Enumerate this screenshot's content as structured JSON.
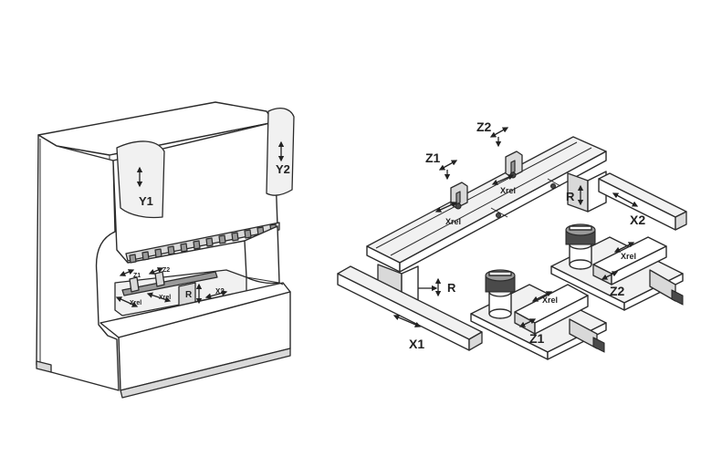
{
  "left_machine": {
    "labels": {
      "y1": "Y1",
      "y2": "Y2",
      "z1": "Z1",
      "z2": "Z2",
      "xrel_left": "Xrel",
      "xrel_right": "Xrel",
      "r": "R",
      "x2": "X2"
    }
  },
  "right_axes": {
    "labels": {
      "z1_top": "Z1",
      "z2_top": "Z2",
      "xrel_top_left": "Xrel",
      "xrel_top_right": "Xrel",
      "r_back": "R",
      "x2": "X2",
      "r_front": "R",
      "x1": "X1",
      "xrel_front": "Xrel",
      "z1_front": "Z1",
      "xrel_back": "Xrel",
      "z2_back": "Z2"
    }
  }
}
